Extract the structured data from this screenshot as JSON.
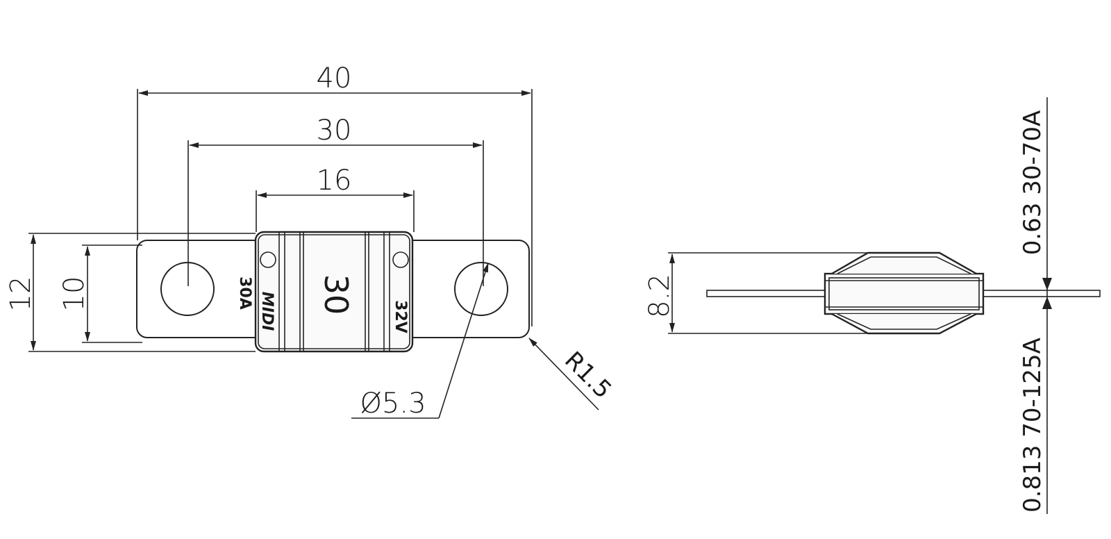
{
  "front_view": {
    "dimensions": {
      "overall_length": "40",
      "hole_spacing": "30",
      "body_width": "16",
      "overall_height": "12",
      "tab_height": "10",
      "hole_diameter": "Ø5.3",
      "corner_radius": "R1.5"
    },
    "body_markings": {
      "rating_left": "30A",
      "brand": "MIDI",
      "rating_center": "30",
      "voltage": "32V"
    }
  },
  "side_view": {
    "dimensions": {
      "height": "8.2"
    },
    "thickness_notes": {
      "upper": "0.63  30-70A",
      "lower": "0.813  70-125A"
    }
  }
}
